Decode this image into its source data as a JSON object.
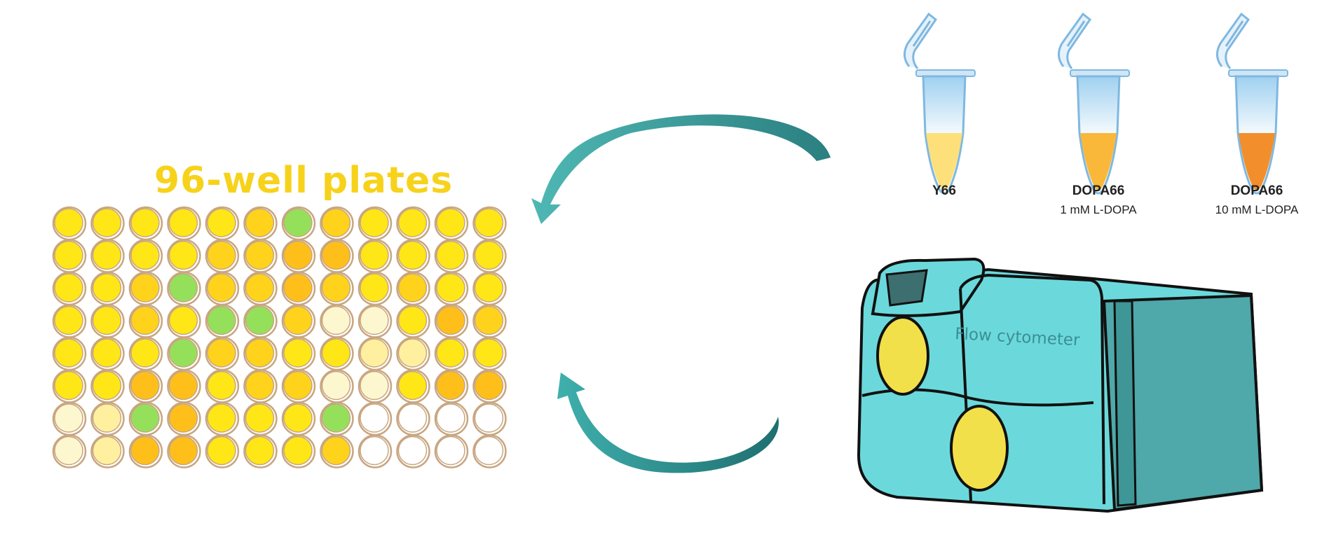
{
  "plate": {
    "title": "96-well plates",
    "rows": 8,
    "cols": 12,
    "palette": {
      "Y": "#ffe616",
      "D": "#ffd21c",
      "O": "#ffbf1a",
      "G": "#95e05a",
      "L": "#fdf7d0",
      "P": "#fff0a0",
      "W": "#ffffff",
      "rim": "#c8a680"
    },
    "wells": [
      "YYYYYDGDYYYY",
      "YYYYDDOOYYYY",
      "YYDGDDODYDYY",
      "YYDYGGDLLYOD",
      "YYYGDDYYPPYY",
      "YYOOYDDLLYOO",
      "LPGOYYYGWWWW",
      "LPOOYYYDWWWW"
    ]
  },
  "tubes": [
    {
      "label": "Y66",
      "sublabel": "",
      "liquid_color": "#fde07a"
    },
    {
      "label": "DOPA66",
      "sublabel": "1 mM L-DOPA",
      "liquid_color": "#f9b83a"
    },
    {
      "label": "DOPA66",
      "sublabel": "10 mM L-DOPA",
      "liquid_color": "#f28f2c"
    }
  ],
  "instrument": {
    "label": "Flow cytometer",
    "body_color": "#6bd9dc",
    "side_color": "#4fa8a9",
    "window_color": "#f2e04a"
  },
  "arrows": {
    "color": "#3aa3a0",
    "dark_color": "#2b7f80"
  }
}
